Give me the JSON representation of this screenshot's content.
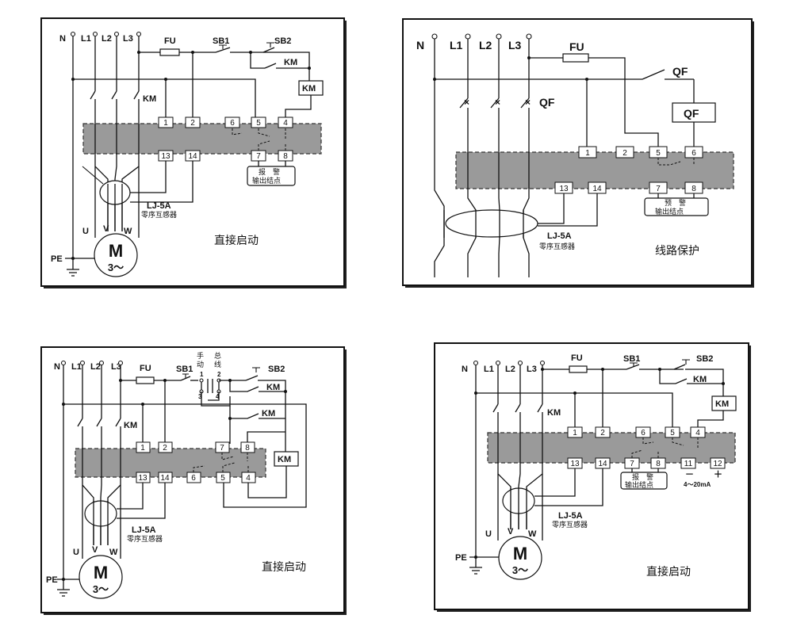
{
  "panels": {
    "p1": {
      "caption": "直接启动",
      "lines": [
        "N",
        "L1",
        "L2",
        "L3"
      ],
      "fuse": "FU",
      "sb1": "SB1",
      "sb2": "SB2",
      "km": "KM",
      "terminals_top": [
        "1",
        "2",
        "6",
        "5",
        "4"
      ],
      "terminals_bottom": [
        "13",
        "14",
        "7",
        "8"
      ],
      "alarm_label_1": "报　警",
      "alarm_label_2": "输出结点",
      "ct_model": "LJ-5A",
      "ct_name": "零序互感器",
      "motor_m": "M",
      "motor_phase": "3～",
      "uvw": [
        "U",
        "V",
        "W"
      ],
      "pe": "PE"
    },
    "p2": {
      "caption": "线路保护",
      "lines": [
        "N",
        "L1",
        "L2",
        "L3"
      ],
      "fuse": "FU",
      "qf": "QF",
      "terminals_top": [
        "1",
        "2",
        "5",
        "6"
      ],
      "terminals_bottom": [
        "13",
        "14",
        "7",
        "8"
      ],
      "alarm_label_1": "预　警",
      "alarm_label_2": "输出结点",
      "ct_model": "LJ-5A",
      "ct_name": "零序互感器"
    },
    "p3": {
      "caption": "直接启动",
      "lines": [
        "N",
        "L1",
        "L2",
        "L3"
      ],
      "fuse": "FU",
      "sb1": "SB1",
      "sb2": "SB2",
      "km": "KM",
      "manual_1": "手",
      "manual_2": "动",
      "bus_1": "总",
      "bus_2": "线",
      "sw_nums": [
        "1",
        "3",
        "2",
        "4"
      ],
      "terminals_top": [
        "1",
        "2",
        "7",
        "8"
      ],
      "terminals_bottom": [
        "13",
        "14",
        "6",
        "5",
        "4"
      ],
      "ct_model": "LJ-5A",
      "ct_name": "零序互感器",
      "motor_m": "M",
      "motor_phase": "3～",
      "uvw": [
        "U",
        "V",
        "W"
      ],
      "pe": "PE"
    },
    "p4": {
      "caption": "直接启动",
      "lines": [
        "N",
        "L1",
        "L2",
        "L3"
      ],
      "fuse": "FU",
      "sb1": "SB1",
      "sb2": "SB2",
      "km": "KM",
      "terminals_top": [
        "1",
        "2",
        "6",
        "5",
        "4"
      ],
      "terminals_bottom": [
        "13",
        "14",
        "7",
        "8",
        "11",
        "12"
      ],
      "alarm_label_1": "报　警",
      "alarm_label_2": "输出结点",
      "minus": "－",
      "plus": "＋",
      "current_range": "4～20mA",
      "ct_model": "LJ-5A",
      "ct_name": "零序互感器",
      "motor_m": "M",
      "motor_phase": "3～",
      "uvw": [
        "U",
        "V",
        "W"
      ],
      "pe": "PE"
    }
  }
}
